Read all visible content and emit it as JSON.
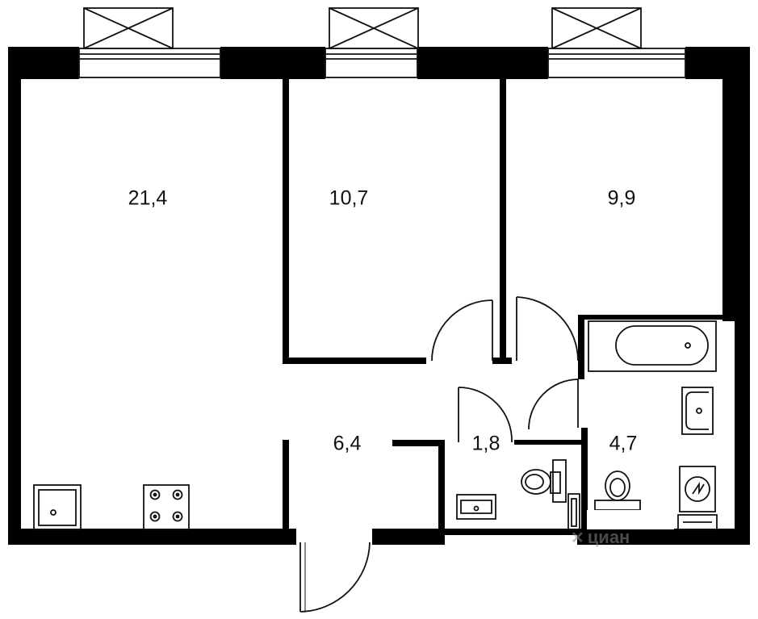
{
  "floorplan": {
    "rooms": [
      {
        "id": "living-kitchen",
        "area": "21,4"
      },
      {
        "id": "bedroom-1",
        "area": "10,7"
      },
      {
        "id": "bedroom-2",
        "area": "9,9"
      },
      {
        "id": "hallway",
        "area": "6,4"
      },
      {
        "id": "toilet",
        "area": "1,8"
      },
      {
        "id": "bathroom",
        "area": "4,7"
      }
    ],
    "watermark": "циан",
    "colors": {
      "wall": "#000000",
      "line": "#111111",
      "background": "#ffffff"
    }
  }
}
